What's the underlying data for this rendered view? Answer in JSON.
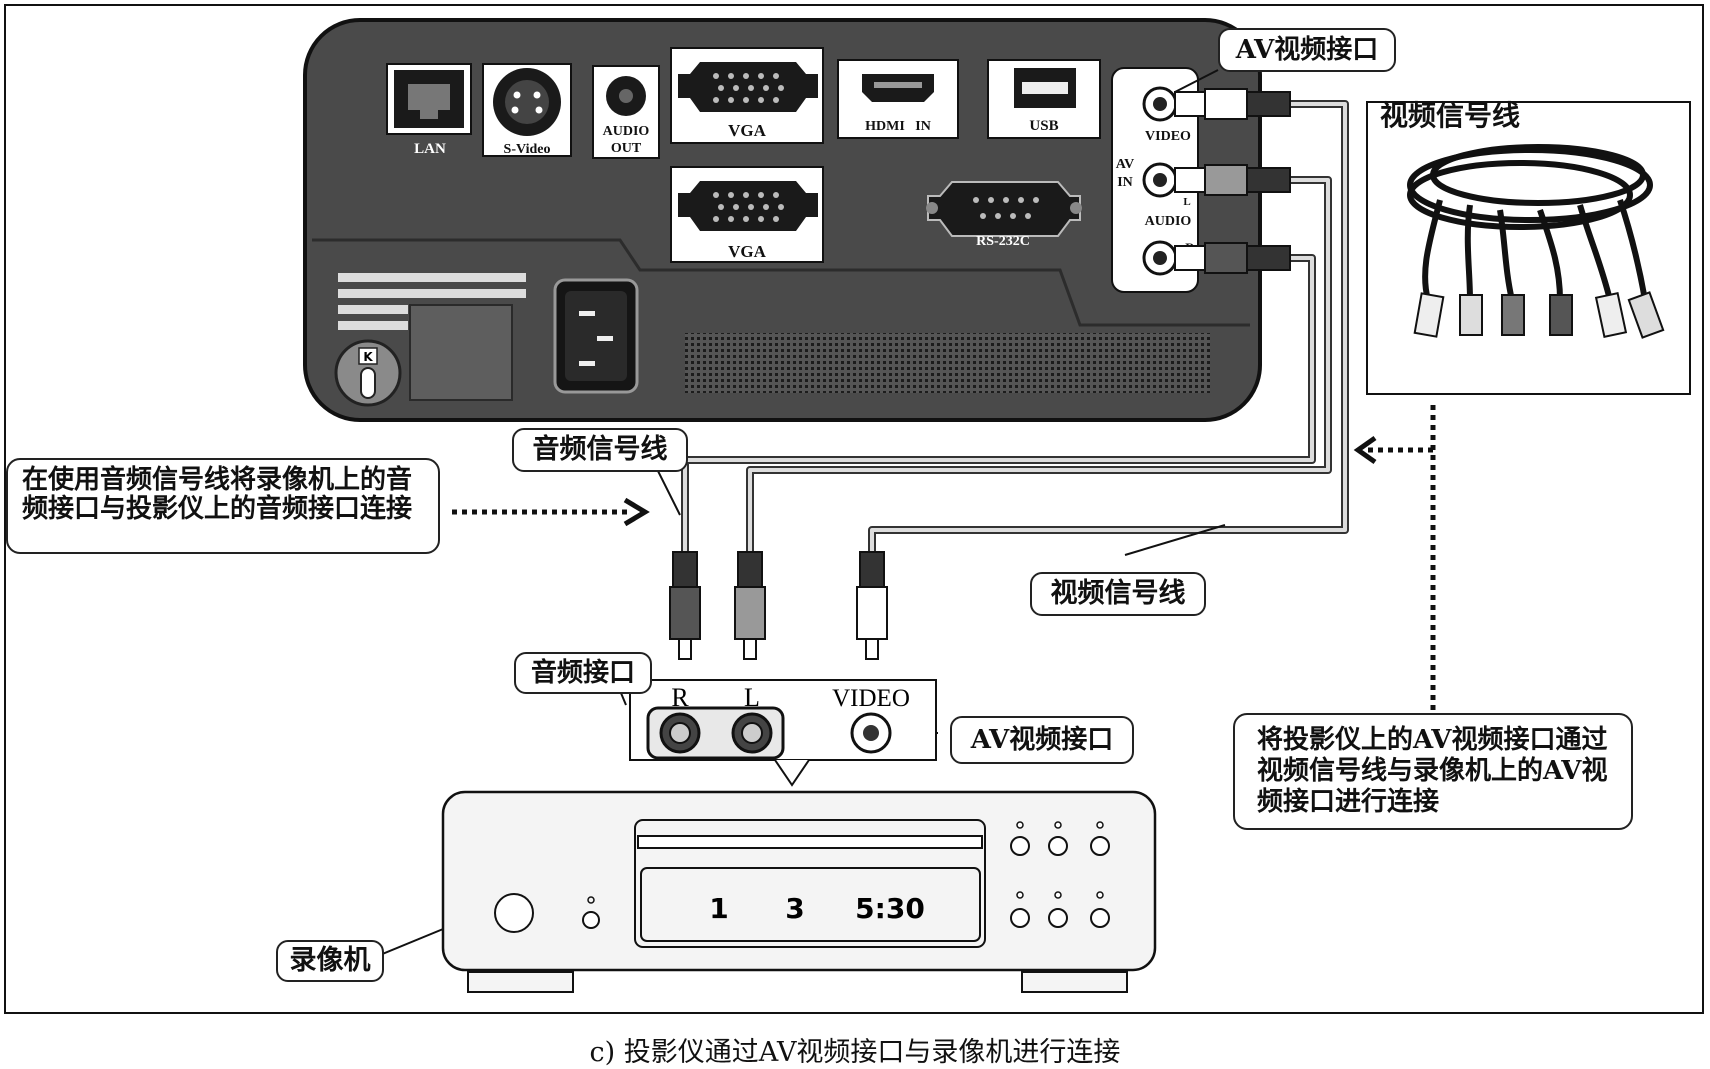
{
  "caption": "c) 投影仪通过AV视频接口与录像机进行连接",
  "projector": {
    "ports": {
      "lan": "LAN",
      "s_video": "S-Video",
      "audio_out_line1": "AUDIO",
      "audio_out_line2": "OUT",
      "vga_top": "VGA",
      "vga_bottom": "VGA",
      "hdmi_in": "HDMI   IN",
      "usb": "USB",
      "rs232c": "RS-232C",
      "av_in_line1": "AV",
      "av_in_line2": "IN",
      "video": "VIDEO",
      "audio": "AUDIO",
      "audio_l": "L",
      "audio_r": "R"
    }
  },
  "callouts": {
    "av_video_port_projector": "AV视频接口",
    "video_cable_photo": "视频信号线",
    "audio_cable": "音频信号线",
    "audio_note": "在使用音频信号线将录像机上的音频接口与投影仪上的音频接口连接",
    "video_cable": "视频信号线",
    "audio_port": "音频接口",
    "av_video_port_vcr": "AV视频接口",
    "video_note": "将投影仪上的AV视频接口通过视频信号线与录像机上的AV视频接口进行连接",
    "vcr": "录像机"
  },
  "vcr_panel": {
    "r": "R",
    "l": "L",
    "video": "VIDEO"
  },
  "vcr_display": {
    "a": "1",
    "b": "3",
    "c": "5:30"
  }
}
